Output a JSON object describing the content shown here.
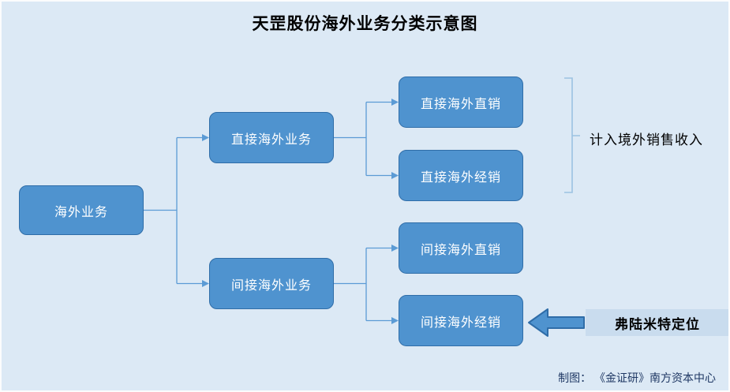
{
  "title": "天罡股份海外业务分类示意图",
  "colors": {
    "canvas-bg": "#dce9f5",
    "box-fill": "#4f93cf",
    "box-border": "#2f6da8",
    "box-text": "#ffffff",
    "connector": "#5b9bd5",
    "bracket": "#9cc2e2",
    "highlight-bg": "#c9dcee",
    "credit-text": "#1f3864"
  },
  "nodes": {
    "root": {
      "label": "海外业务"
    },
    "direct": {
      "label": "直接海外业务"
    },
    "indirect": {
      "label": "间接海外业务"
    },
    "direct_retail": {
      "label": "直接海外直销"
    },
    "direct_distribution": {
      "label": "直接海外经销"
    },
    "indirect_retail": {
      "label": "间接海外直销"
    },
    "indirect_distribution": {
      "label": "间接海外经销"
    }
  },
  "annotations": {
    "bracket_label": "计入境外销售收入",
    "highlight_label": "弗陆米特定位",
    "credit": "制图： 《金证研》南方资本中心"
  }
}
